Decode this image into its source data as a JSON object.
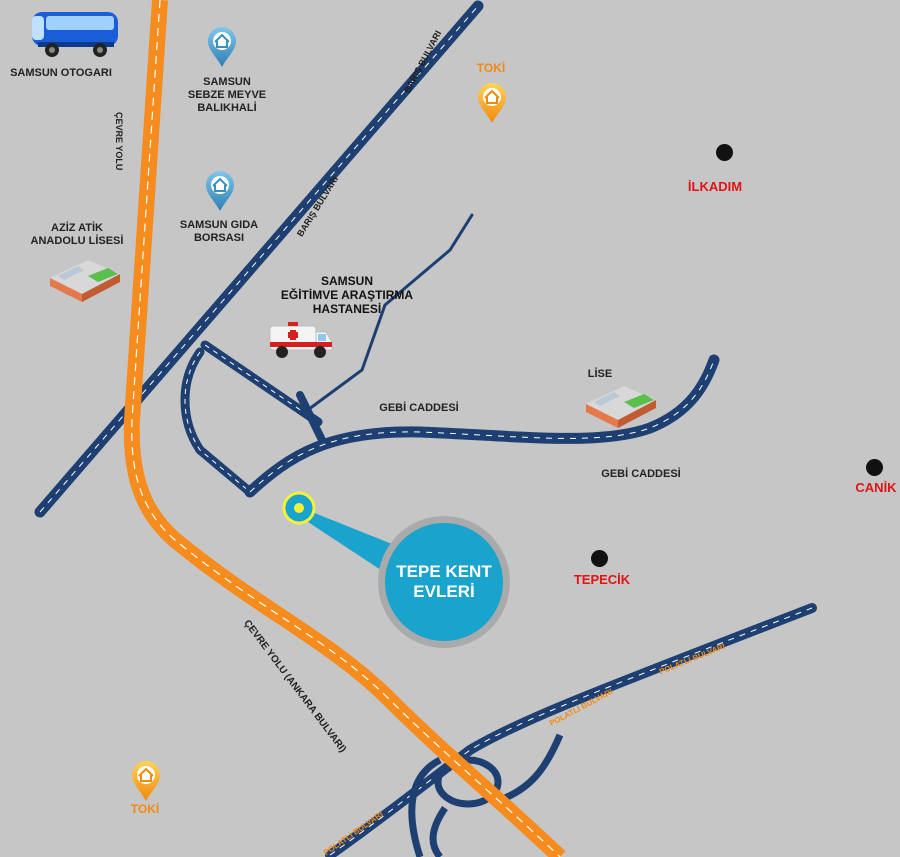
{
  "map": {
    "labels": {
      "samsun_otogari": "SAMSUN OTOGARI",
      "sebze_meyve": "SAMSUN\nSEBZE MEYVE\nBALIKHALİ",
      "gida_borsasi": "SAMSUN GIDA\nBORSASI",
      "aziz_atik": "AZİZ ATİK\nANADOLU LİSESİ",
      "hastane": "SAMSUN\nEĞİTİMVE ARAŞTIRMA\nHASTANESİ",
      "lise": "LİSE",
      "gebi_1": "GEBİ CADDESİ",
      "gebi_2": "GEBİ CADDESİ",
      "toki_top": "TOKİ",
      "toki_bottom": "TOKİ",
      "ilkadim": "İLKADIM",
      "canik": "CANİK",
      "tepecik": "TEPECİK",
      "tepe_kent": "TEPE KENT\nEVLERİ"
    },
    "road_labels": {
      "cevre_yolu": "ÇEVRE YOLU",
      "cevre_ankara": "ÇEVRE YOLU (ANKARA BULVARI)",
      "baris_1": "BARIŞ BULVARI",
      "baris_2": "BARIŞ BULVARI",
      "polatli_1": "POLATLI BULVARI",
      "polatli_2": "POLATLI BULVARI",
      "polatli_3": "POLATLI BULVARI"
    },
    "colors": {
      "background": "#c6c6c6",
      "road_blue": "#1e3f72",
      "highway_orange": "#f78c1e",
      "district_red": "#e01414",
      "toki_orange": "#f28a13",
      "pin_blue": "#3b8fbf",
      "callout": "#1aa3cd"
    },
    "icons": {
      "bus": "bus-icon",
      "pin": "home-pin-icon",
      "school": "school-building-icon",
      "ambulance": "ambulance-icon",
      "location": "location-marker-icon"
    }
  }
}
